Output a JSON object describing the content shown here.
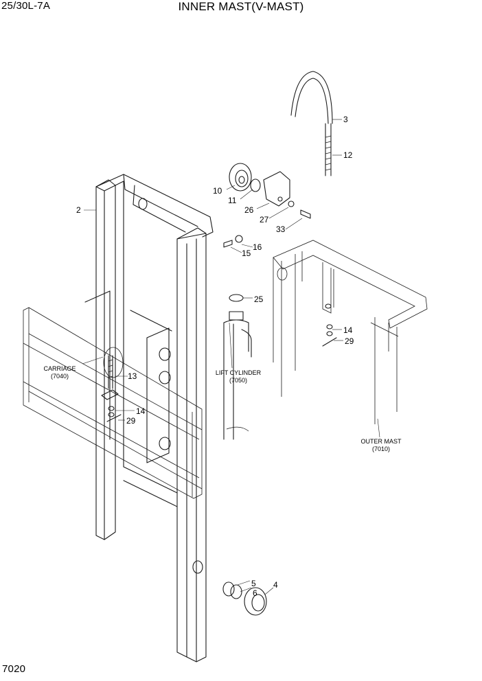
{
  "header": {
    "model": "25/30L-7A",
    "title": "INNER MAST(V-MAST)",
    "page_number": "7020"
  },
  "callouts": [
    "2",
    "3",
    "12",
    "10",
    "11",
    "26",
    "27",
    "33",
    "16",
    "15",
    "25",
    "14",
    "29",
    "13",
    "14",
    "29",
    "5",
    "6",
    "4"
  ],
  "assemblies": {
    "carriage": [
      "CARRIAGE",
      "(7040)"
    ],
    "lift_cylinder": [
      "LIFT CYLINDER",
      "(7050)"
    ],
    "outer_mast": [
      "OUTER MAST",
      "(7010)"
    ]
  }
}
